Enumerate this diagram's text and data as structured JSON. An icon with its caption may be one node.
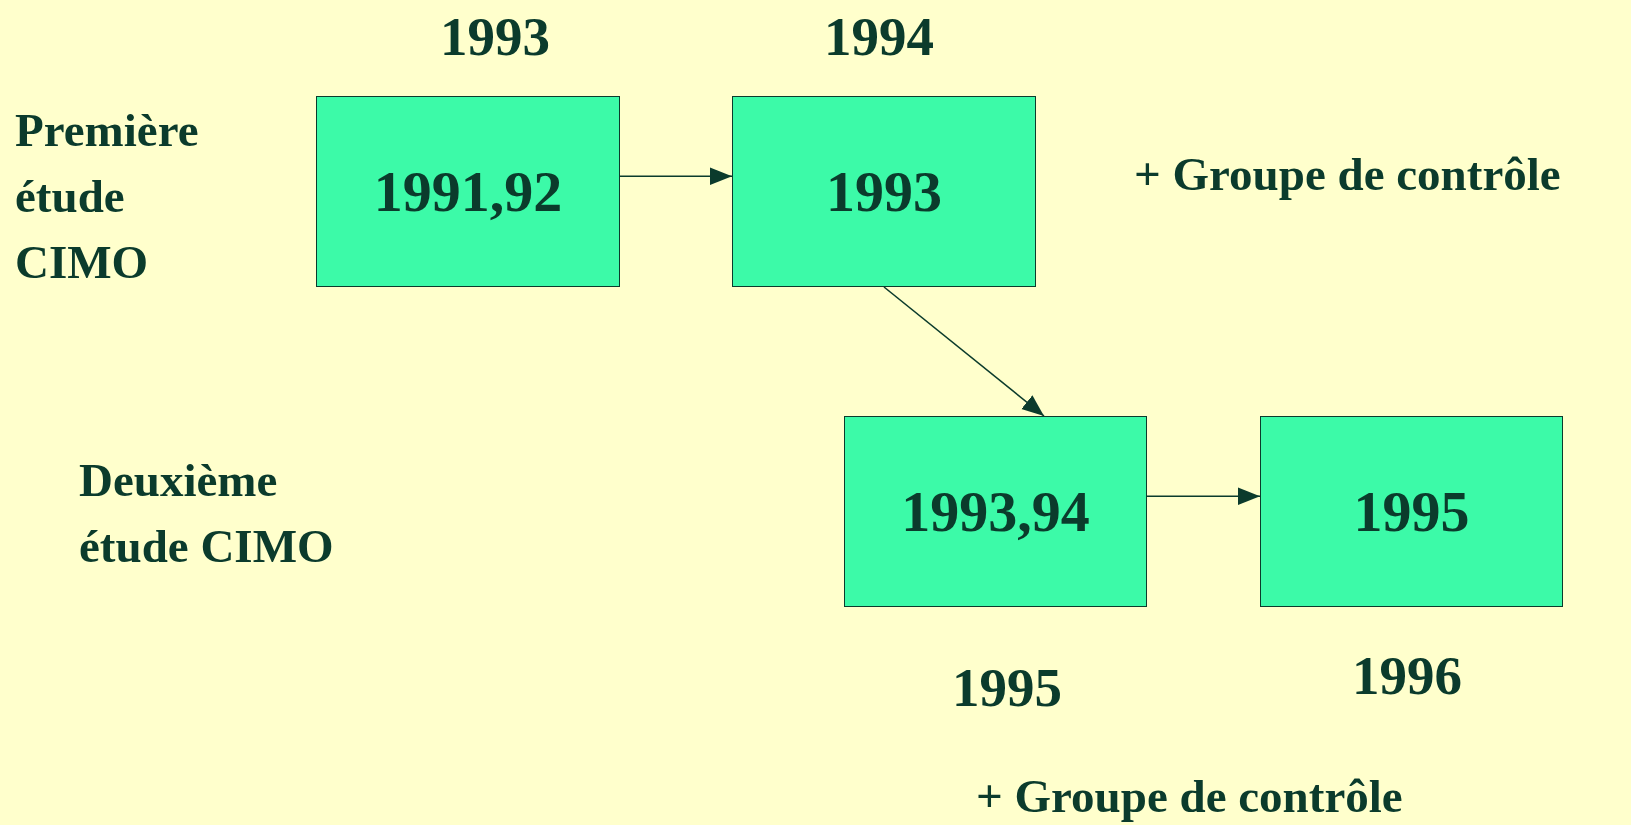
{
  "diagram": {
    "nodes": [
      {
        "text": [
          "1991,92"
        ],
        "beside": [
          "1993"
        ]
      },
      {
        "text": [
          "1993"
        ],
        "beside": [
          "1994"
        ]
      },
      {
        "text": [
          "1993,94"
        ],
        "beside": [
          "1995"
        ]
      },
      {
        "text": [
          "1995"
        ],
        "beside": [
          "1996"
        ]
      }
    ],
    "edges": [
      {
        "from": 0,
        "to": 1,
        "arrow": "to"
      },
      {
        "from": 1,
        "to": 2,
        "arrow": "to"
      },
      {
        "from": 2,
        "to": 3,
        "arrow": "to"
      }
    ],
    "labels": [
      "Première étude CIMO",
      "+ Groupe de contrôle",
      "Deuxième étude CIMO",
      "+ Groupe de contrôle"
    ]
  }
}
